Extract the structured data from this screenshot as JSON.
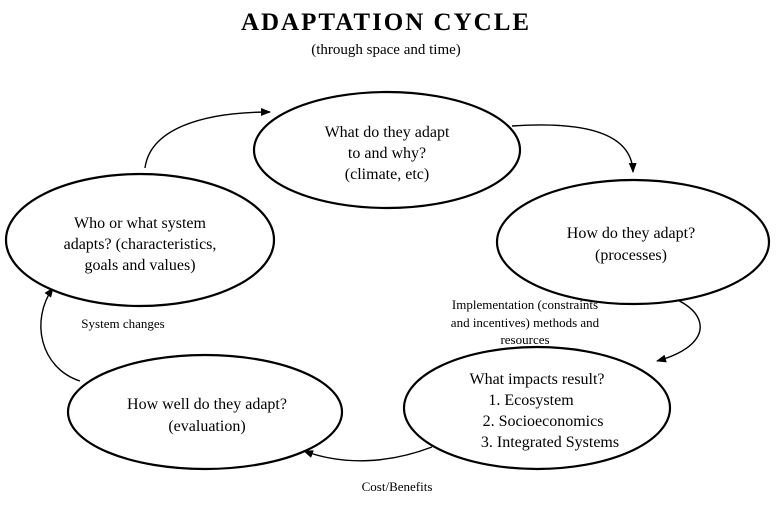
{
  "title": "ADAPTATION CYCLE",
  "subtitle": "(through space and time)",
  "nodes": [
    {
      "id": "what",
      "lines": [
        "What do they adapt",
        "to and why?",
        "(climate, etc)"
      ]
    },
    {
      "id": "how",
      "lines": [
        "How do they adapt?",
        "(processes)"
      ]
    },
    {
      "id": "impacts",
      "lines": [
        "What impacts result?",
        "1.  Ecosystem",
        "2.  Socioeconomics",
        "3.  Integrated Systems"
      ]
    },
    {
      "id": "evaluation",
      "lines": [
        "How well do they adapt?",
        "(evaluation)"
      ]
    },
    {
      "id": "who",
      "lines": [
        "Who or what system",
        "adapts? (characteristics,",
        "goals and values)"
      ]
    }
  ],
  "edge_labels": {
    "implementation": [
      "Implementation (constraints",
      "and incentives) methods and",
      "resources"
    ],
    "cost_benefits": "Cost/Benefits",
    "system_changes": "System changes"
  }
}
